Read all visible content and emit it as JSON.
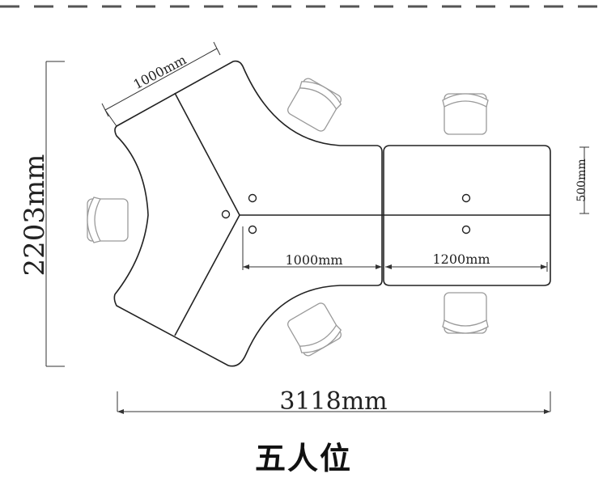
{
  "diagram": {
    "dimensions": {
      "arm_width": "1000mm",
      "left_length": "1000mm",
      "right_length": "1200mm",
      "desk_depth": "500mm",
      "total_width": "3118mm",
      "total_height": "2203mm"
    },
    "caption": "五人位",
    "colors": {
      "outline": "#222222",
      "chair": "#9a9a9a",
      "dash": "#555555"
    }
  }
}
